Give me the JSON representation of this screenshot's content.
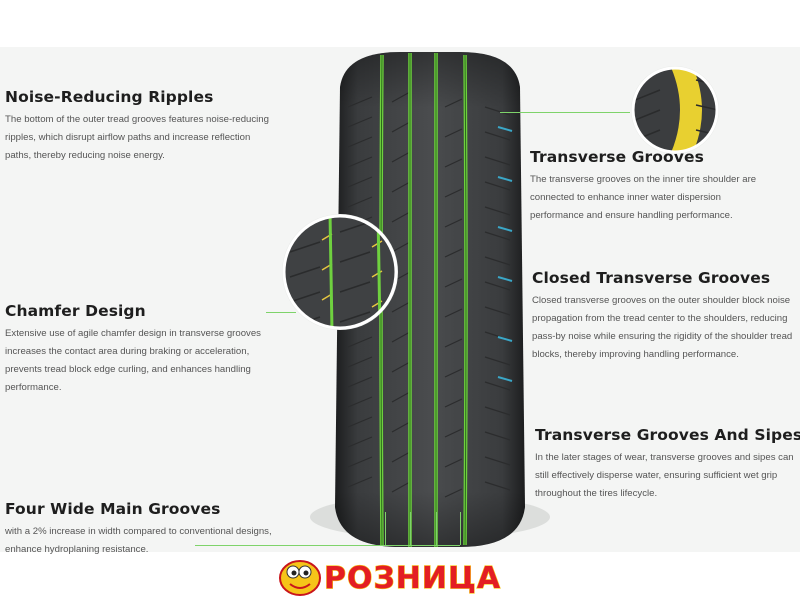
{
  "features": {
    "noise_reducing": {
      "title": "Noise-Reducing Ripples",
      "desc": "The bottom of the outer tread grooves features noise-reducing ripples, which disrupt airflow paths and increase reflection paths, thereby reducing noise energy."
    },
    "chamfer": {
      "title": "Chamfer Design",
      "desc": "Extensive use of agile chamfer design in transverse grooves increases the contact area during braking or acceleration, prevents tread block edge curling, and enhances handling performance."
    },
    "four_grooves": {
      "title": "Four Wide Main Grooves",
      "desc": "with a 2% increase in width compared to conventional designs, enhance hydroplaning resistance."
    },
    "transverse": {
      "title": "Transverse Grooves",
      "desc": "The transverse grooves on the inner tire shoulder are connected to enhance inner water dispersion performance and ensure handling performance."
    },
    "closed_transverse": {
      "title": "Closed Transverse Grooves",
      "desc": "Closed transverse grooves on the outer shoulder block noise propagation from the tread center to the shoulders, reducing pass-by noise while ensuring the rigidity of the shoulder tread blocks, thereby improving handling performance."
    },
    "transverse_sipes": {
      "title": "Transverse Grooves And Sipes",
      "desc": "In the later stages of wear, transverse grooves and sipes can still effectively disperse water, ensuring sufficient wet grip throughout the tires lifecycle."
    }
  },
  "logo": {
    "text": "РОЗНИЦА"
  },
  "colors": {
    "groove_highlight": "#6fd13f",
    "shoulder_highlight": "#e8d030",
    "sipe_accent": "#3aa7c8",
    "background": "#f4f5f4"
  }
}
